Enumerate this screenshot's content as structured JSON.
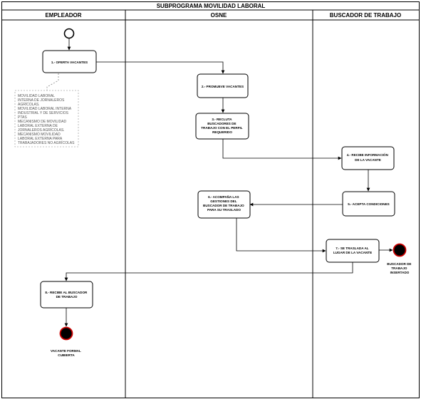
{
  "title": "SUBPROGRAMA MOVILIDAD LABORAL",
  "lanes": [
    {
      "id": "empleador",
      "label": "EMPLEADOR"
    },
    {
      "id": "osne",
      "label": "OSNE"
    },
    {
      "id": "buscador",
      "label": "BUSCADOR DE TRABAJO"
    }
  ],
  "nodes": [
    {
      "id": "n1",
      "lines": [
        "1.- OFERTA VACANTES"
      ]
    },
    {
      "id": "n2",
      "lines": [
        "2.- PROMUEVE VACANTES"
      ]
    },
    {
      "id": "n3",
      "lines": [
        "3.- RECLUTA",
        "BUSCADORES DE",
        "TRABAJO CON EL PERFIL",
        "REQUERIDO"
      ]
    },
    {
      "id": "n4",
      "lines": [
        "4.- RECIBE INFORMACIÓN",
        "DE LA VACANTE"
      ]
    },
    {
      "id": "n5",
      "lines": [
        "5.- ACEPTA CONDICIONES"
      ]
    },
    {
      "id": "n6",
      "lines": [
        "6.- ACOMPAÑA LAS",
        "GESTIONES DEL",
        "BUSCADOR DE TRABAJO",
        "PARA SU TRASLADO"
      ]
    },
    {
      "id": "n7",
      "lines": [
        "7.- SE TRASLADA AL",
        "LUGAR DE LA VACANTE"
      ]
    },
    {
      "id": "n8",
      "lines": [
        "8.- RECIBE AL BUSCADOR",
        "DE TRABAJO"
      ]
    }
  ],
  "end_labels": {
    "buscador_end": [
      "BUSCADOR DE",
      "TRABAJO",
      "INSERTADO"
    ],
    "empleador_end": [
      "VACANTE FORMAL",
      "CUBIERTA"
    ]
  },
  "note": {
    "lines": [
      "MOVILIDAD LABORAL",
      "INTERNA DE JORNALEROS",
      "AGRÍCOLAS.",
      "MOVILIDAD LABORAL INTERNA",
      "INDUSTRIAL Y DE SERVICIOS",
      "PTAS",
      "MECANISMO DE MOVILIDAD",
      "LABORAL EXTERNA DE",
      "JORNALEROS AGRÍCOLAS.",
      "MECANISMO MOVILIDAD",
      "LABORAL EXTERNA PARA",
      "TRABAJADORES NO AGRÍCOLAS"
    ]
  },
  "colors": {
    "line": "#000000",
    "note_border": "#aaaaaa",
    "note_text": "#555555",
    "end_fill": "#000000",
    "end_ring": "#cc0000"
  }
}
